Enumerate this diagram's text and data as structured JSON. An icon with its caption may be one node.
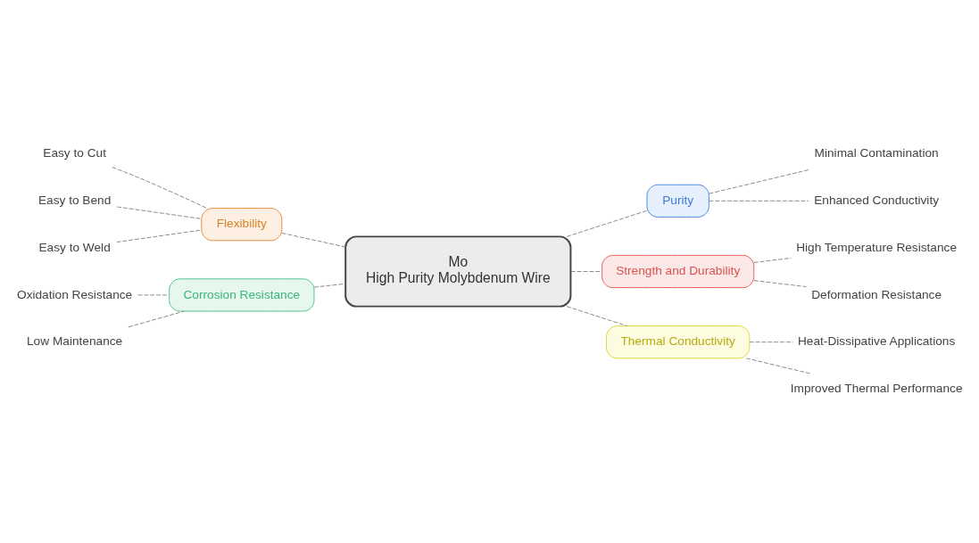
{
  "diagram": {
    "nodes": [
      {
        "text": [
          "Mo",
          "High Purity Molybdenum Wire"
        ]
      },
      {
        "text": [
          "Flexibility"
        ]
      },
      {
        "text": [
          "Easy to Cut"
        ]
      },
      {
        "text": [
          "Easy to Bend"
        ]
      },
      {
        "text": [
          "Easy to Weld"
        ]
      },
      {
        "text": [
          "Purity"
        ]
      },
      {
        "text": [
          "Minimal Contamination"
        ]
      },
      {
        "text": [
          "Enhanced Conductivity"
        ]
      },
      {
        "text": [
          "Corrosion Resistance"
        ]
      },
      {
        "text": [
          "Oxidation Resistance"
        ]
      },
      {
        "text": [
          "Low Maintenance"
        ]
      },
      {
        "text": [
          "Strength and Durability"
        ]
      },
      {
        "text": [
          "High Temperature Resistance"
        ]
      },
      {
        "text": [
          "Deformation Resistance"
        ]
      },
      {
        "text": [
          "Thermal Conductivity"
        ]
      },
      {
        "text": [
          "Heat-Dissipative Applications"
        ]
      },
      {
        "text": [
          "Improved Thermal Performance"
        ]
      }
    ],
    "edges": [
      {
        "from": 0,
        "to": 1,
        "arrow": "none",
        "style": "dashed"
      },
      {
        "from": 1,
        "to": 2,
        "arrow": "none",
        "style": "dashed"
      },
      {
        "from": 1,
        "to": 3,
        "arrow": "none",
        "style": "dashed"
      },
      {
        "from": 1,
        "to": 4,
        "arrow": "none",
        "style": "dashed"
      },
      {
        "from": 0,
        "to": 5,
        "arrow": "none",
        "style": "dashed"
      },
      {
        "from": 5,
        "to": 6,
        "arrow": "none",
        "style": "dashed"
      },
      {
        "from": 5,
        "to": 7,
        "arrow": "none",
        "style": "dashed"
      },
      {
        "from": 0,
        "to": 8,
        "arrow": "none",
        "style": "dashed"
      },
      {
        "from": 8,
        "to": 9,
        "arrow": "none",
        "style": "dashed"
      },
      {
        "from": 8,
        "to": 10,
        "arrow": "none",
        "style": "dashed"
      },
      {
        "from": 0,
        "to": 11,
        "arrow": "none",
        "style": "dashed"
      },
      {
        "from": 11,
        "to": 12,
        "arrow": "none",
        "style": "dashed"
      },
      {
        "from": 11,
        "to": 13,
        "arrow": "none",
        "style": "dashed"
      },
      {
        "from": 0,
        "to": 14,
        "arrow": "none",
        "style": "dashed"
      },
      {
        "from": 14,
        "to": 15,
        "arrow": "none",
        "style": "dashed"
      },
      {
        "from": 14,
        "to": 16,
        "arrow": "none",
        "style": "dashed"
      }
    ]
  }
}
